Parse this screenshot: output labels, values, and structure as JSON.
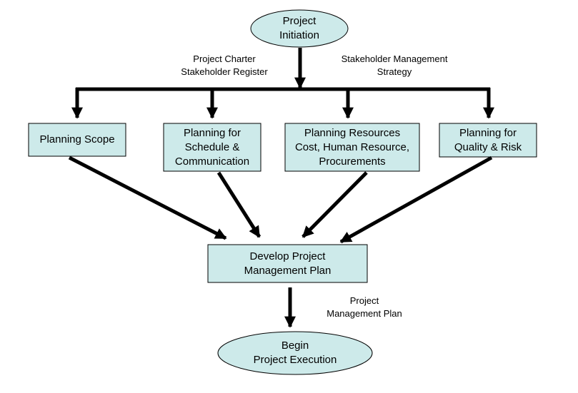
{
  "colors": {
    "box_fill": "#cdeaea",
    "stroke": "#000000",
    "arrow": "#000000"
  },
  "nodes": {
    "initiation": {
      "line1": "Project",
      "line2": "Initiation"
    },
    "planning_scope": {
      "line1": "Planning Scope"
    },
    "planning_schedule": {
      "line1": "Planning for",
      "line2": "Schedule &",
      "line3": "Communication"
    },
    "planning_resources": {
      "line1": "Planning Resources",
      "line2": "Cost, Human Resource,",
      "line3": "Procurements"
    },
    "planning_quality": {
      "line1": "Planning for",
      "line2": "Quality & Risk"
    },
    "develop_plan": {
      "line1": "Develop Project",
      "line2": "Management Plan"
    },
    "begin_execution": {
      "line1": "Begin",
      "line2": "Project Execution"
    }
  },
  "edge_labels": {
    "charter": {
      "line1": "Project Charter",
      "line2": "Stakeholder Register"
    },
    "strategy": {
      "line1": "Stakeholder Management",
      "line2": "Strategy"
    },
    "pm_plan": {
      "line1": "Project",
      "line2": "Management Plan"
    }
  }
}
